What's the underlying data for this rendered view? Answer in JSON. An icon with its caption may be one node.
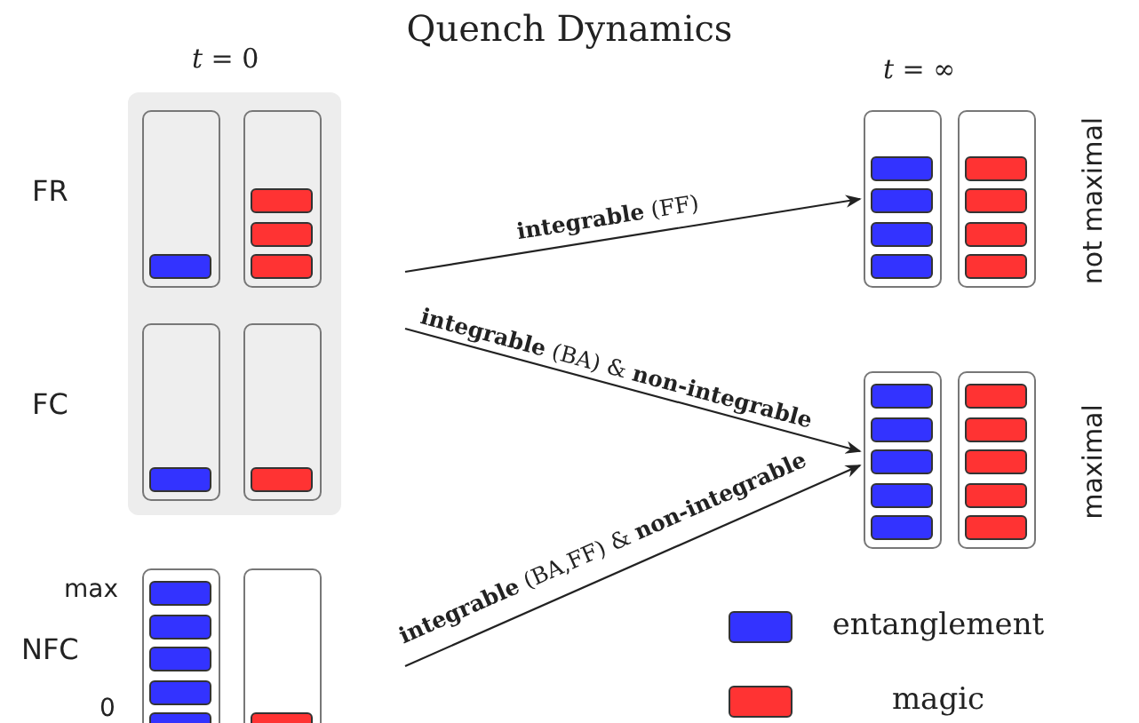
{
  "diagram": {
    "title": "Quench Dynamics",
    "nodes": [
      {
        "text": [
          "FR"
        ]
      },
      {
        "text": [
          "FC"
        ]
      },
      {
        "text": [
          "NFC"
        ]
      },
      {
        "text": [
          "not maximal"
        ]
      },
      {
        "text": [
          "maximal"
        ]
      }
    ],
    "edges": [
      {
        "from": null,
        "to": 3,
        "arrow": "to",
        "label": "**integrable** (FF)"
      },
      {
        "from": null,
        "to": 4,
        "arrow": "to",
        "label": "**integrable** (BA) & **non-integrable**"
      },
      {
        "from": null,
        "to": 4,
        "arrow": "to",
        "label": "**integrable** (BA,FF) & **non-integrable**"
      }
    ],
    "labels": [
      "*t* = 0",
      "*t* = ∞",
      "max",
      "0"
    ],
    "legend": [
      {
        "text": "entanglement",
        "color": "#3333ff"
      },
      {
        "text": "magic",
        "color": "#ff3333"
      }
    ]
  }
}
